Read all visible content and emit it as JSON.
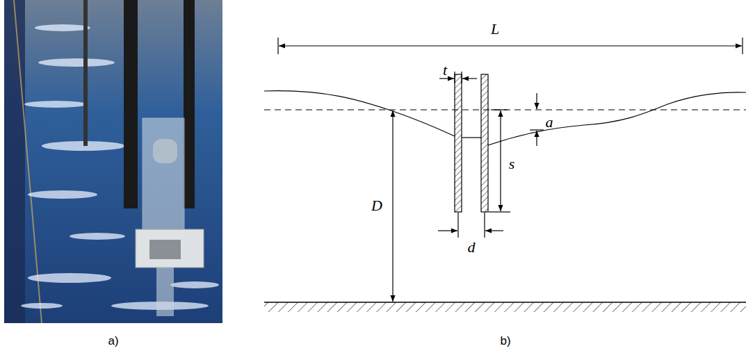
{
  "diagram": {
    "labels": [
      "a)",
      "b)",
      "L",
      "t",
      "a",
      "s",
      "D",
      "d"
    ]
  }
}
